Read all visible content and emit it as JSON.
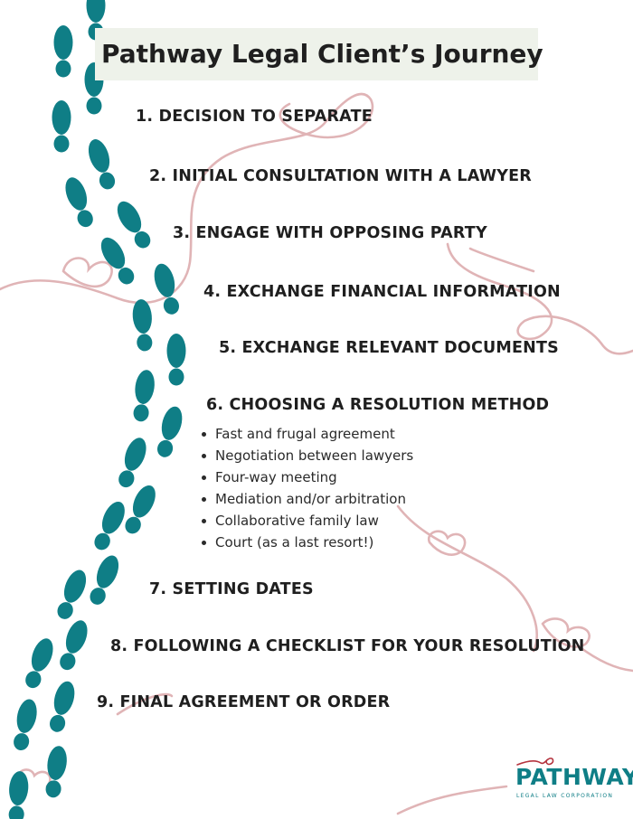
{
  "title": "Pathway Legal Client’s Journey",
  "steps": [
    {
      "label": "1. DECISION TO SEPARATE"
    },
    {
      "label": "2. INITIAL CONSULTATION WITH A LAWYER"
    },
    {
      "label": "3. ENGAGE WITH OPPOSING PARTY"
    },
    {
      "label": "4. EXCHANGE FINANCIAL INFORMATION"
    },
    {
      "label": "5. EXCHANGE RELEVANT DOCUMENTS"
    },
    {
      "label": "6. CHOOSING A RESOLUTION METHOD"
    },
    {
      "label": "7. SETTING DATES"
    },
    {
      "label": "8. FOLLOWING A CHECKLIST FOR YOUR RESOLUTION"
    },
    {
      "label": "9. FINAL AGREEMENT OR ORDER"
    }
  ],
  "resolution_methods": [
    "Fast and frugal agreement",
    "Negotiation between lawyers",
    "Four-way meeting",
    "Mediation and/or arbitration",
    "Collaborative family law",
    "Court (as a last resort!)"
  ],
  "logo": {
    "name": "PATHWAY",
    "tagline": "LEGAL LAW CORPORATION"
  },
  "colors": {
    "footprint": "#0f7e86",
    "ribbon": "#e0b4b6",
    "title_background": "#eef2ea",
    "text": "#1f1f1f"
  },
  "icons": [
    "footprint-icon",
    "heart-ribbon-icon",
    "pathway-logo-mark-icon"
  ]
}
